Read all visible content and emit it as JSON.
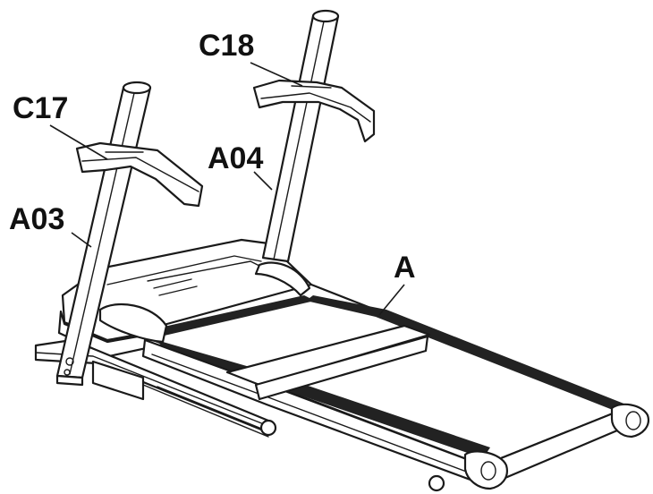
{
  "diagram": {
    "labels": {
      "c17": "C17",
      "c18": "C18",
      "a03": "A03",
      "a04": "A04",
      "a": "A"
    },
    "colors": {
      "line": "#1a1a1a",
      "belt_edge": "#222222",
      "background": "#ffffff"
    }
  }
}
